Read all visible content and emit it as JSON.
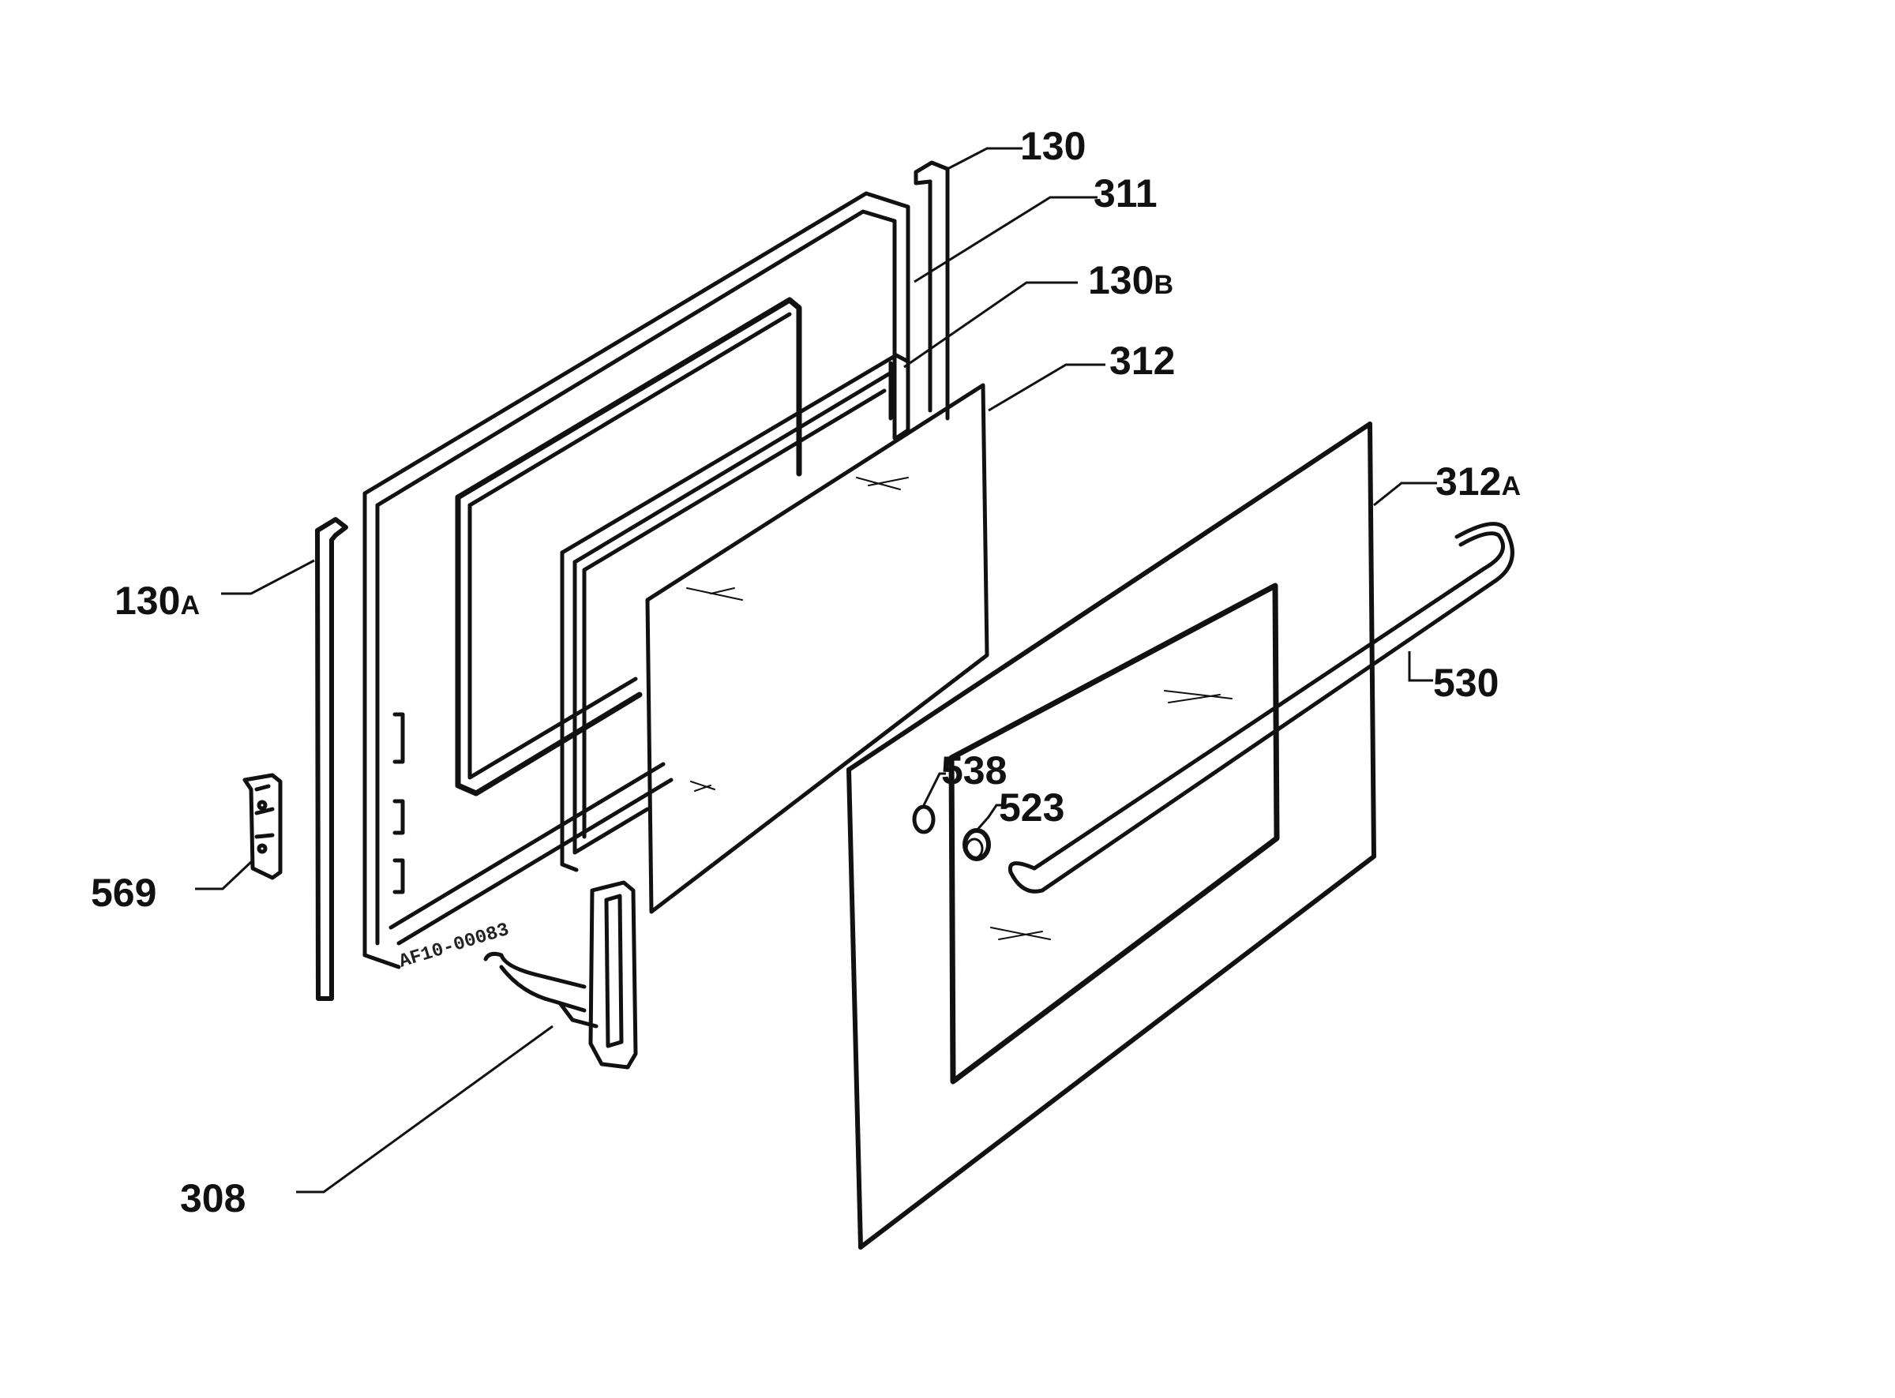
{
  "parts": [
    {
      "id": "p130",
      "number": "130",
      "suffix": ""
    },
    {
      "id": "p311",
      "number": "311",
      "suffix": ""
    },
    {
      "id": "p130b",
      "number": "130",
      "suffix": "B"
    },
    {
      "id": "p312",
      "number": "312",
      "suffix": ""
    },
    {
      "id": "p312a",
      "number": "312",
      "suffix": "A"
    },
    {
      "id": "p130a",
      "number": "130",
      "suffix": "A"
    },
    {
      "id": "p530",
      "number": "530",
      "suffix": ""
    },
    {
      "id": "p538",
      "number": "538",
      "suffix": ""
    },
    {
      "id": "p523",
      "number": "523",
      "suffix": ""
    },
    {
      "id": "p569",
      "number": "569",
      "suffix": ""
    },
    {
      "id": "p308",
      "number": "308",
      "suffix": ""
    }
  ],
  "drawing_code": "AF10-00083",
  "colors": {
    "ink": "#111111",
    "background": "#ffffff"
  }
}
